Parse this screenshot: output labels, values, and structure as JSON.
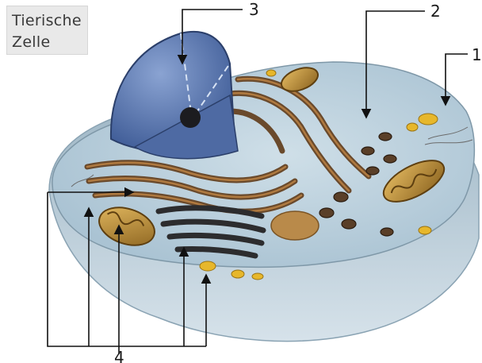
{
  "title": {
    "line1": "Tierische",
    "line2": "Zelle"
  },
  "labels": {
    "l1": "1",
    "l2": "2",
    "l3": "3",
    "l4": "4"
  },
  "colors": {
    "membrane": "#b9cbd6",
    "cytoplasm": "#a9c4d4",
    "nucleus": "#5f7fb6",
    "rough_er": "#6a4a2c",
    "golgi": "#2c2c2e",
    "mitochondria": "#c79a3a",
    "vesicle": "#e7b72b"
  },
  "icons": [
    "arrow-icon"
  ]
}
